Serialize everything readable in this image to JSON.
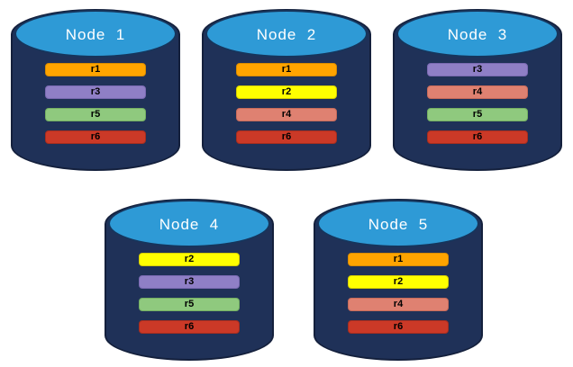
{
  "diagram": {
    "theme": {
      "cylinder_fill": "#1f3158",
      "cylinder_border": "#14203c",
      "top_ellipse_fill": "#2e9ad6",
      "top_ellipse_border": "#16355c",
      "label_color": "#ffffff",
      "bar_text_color": "#000000",
      "background": "#ffffff"
    },
    "replica_styles": {
      "r1": {
        "fill": "#ffa400",
        "border": "#d98b00"
      },
      "r2": {
        "fill": "#ffff00",
        "border": "#d6ce00"
      },
      "r3": {
        "fill": "#8f7fc6",
        "border": "#7a6ab2"
      },
      "r4": {
        "fill": "#df8171",
        "border": "#c76b5a"
      },
      "r5": {
        "fill": "#8fc97e",
        "border": "#74af62"
      },
      "r6": {
        "fill": "#cb3927",
        "border": "#a62d1e"
      }
    }
  },
  "nodes": [
    {
      "label": "Node  1",
      "replicas": [
        "r1",
        "r3",
        "r5",
        "r6"
      ]
    },
    {
      "label": "Node  2",
      "replicas": [
        "r1",
        "r2",
        "r4",
        "r6"
      ]
    },
    {
      "label": "Node  3",
      "replicas": [
        "r3",
        "r4",
        "r5",
        "r6"
      ]
    },
    {
      "label": "Node  4",
      "replicas": [
        "r2",
        "r3",
        "r5",
        "r6"
      ]
    },
    {
      "label": "Node  5",
      "replicas": [
        "r1",
        "r2",
        "r4",
        "r6"
      ]
    }
  ]
}
